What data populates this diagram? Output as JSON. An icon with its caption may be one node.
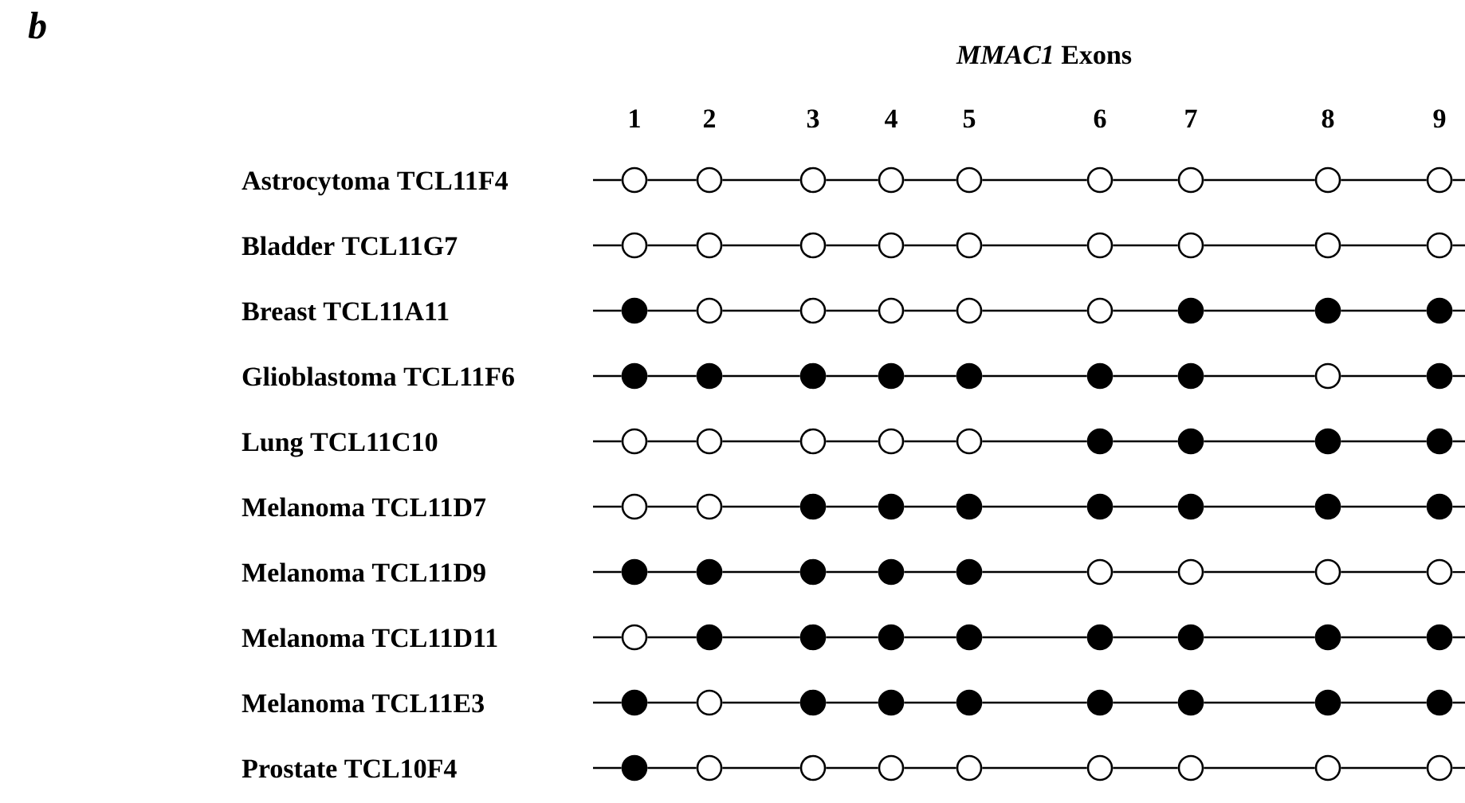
{
  "diagram": {
    "title": "*MMAC1* Exons",
    "labels": [
      "b",
      "1",
      "2",
      "3",
      "4",
      "5",
      "6",
      "7",
      "8",
      "9",
      "Astrocytoma TCL11F4",
      "Bladder TCL11G7",
      "Breast TCL11A11",
      "Glioblastoma TCL11F6",
      "Lung TCL11C10",
      "Melanoma TCL11D7",
      "Melanoma TCL11D9",
      "Melanoma TCL11D11",
      "Melanoma TCL11E3",
      "Prostate TCL10F4"
    ],
    "nodes": [
      {
        "text": [],
        "shape": "circle"
      },
      {
        "text": [],
        "shape": "circle"
      },
      {
        "text": [],
        "shape": "circle"
      },
      {
        "text": [],
        "shape": "circle"
      },
      {
        "text": [],
        "shape": "circle"
      },
      {
        "text": [],
        "shape": "circle"
      },
      {
        "text": [],
        "shape": "circle"
      },
      {
        "text": [],
        "shape": "circle"
      },
      {
        "text": [],
        "shape": "circle"
      },
      {
        "text": [],
        "shape": "circle"
      },
      {
        "text": [],
        "shape": "circle"
      },
      {
        "text": [],
        "shape": "circle"
      },
      {
        "text": [],
        "shape": "circle"
      },
      {
        "text": [],
        "shape": "circle"
      },
      {
        "text": [],
        "shape": "circle"
      },
      {
        "text": [],
        "shape": "circle"
      },
      {
        "text": [],
        "shape": "circle"
      },
      {
        "text": [],
        "shape": "circle"
      },
      {
        "text": [],
        "shape": "dot"
      },
      {
        "text": [],
        "shape": "circle"
      },
      {
        "text": [],
        "shape": "circle"
      },
      {
        "text": [],
        "shape": "circle"
      },
      {
        "text": [],
        "shape": "circle"
      },
      {
        "text": [],
        "shape": "circle"
      },
      {
        "text": [],
        "shape": "dot"
      },
      {
        "text": [],
        "shape": "dot"
      },
      {
        "text": [],
        "shape": "dot"
      },
      {
        "text": [],
        "shape": "dot"
      },
      {
        "text": [],
        "shape": "dot"
      },
      {
        "text": [],
        "shape": "dot"
      },
      {
        "text": [],
        "shape": "dot"
      },
      {
        "text": [],
        "shape": "dot"
      },
      {
        "text": [],
        "shape": "dot"
      },
      {
        "text": [],
        "shape": "dot"
      },
      {
        "text": [],
        "shape": "circle"
      },
      {
        "text": [],
        "shape": "dot"
      },
      {
        "text": [],
        "shape": "circle"
      },
      {
        "text": [],
        "shape": "circle"
      },
      {
        "text": [],
        "shape": "circle"
      },
      {
        "text": [],
        "shape": "circle"
      },
      {
        "text": [],
        "shape": "circle"
      },
      {
        "text": [],
        "shape": "dot"
      },
      {
        "text": [],
        "shape": "dot"
      },
      {
        "text": [],
        "shape": "dot"
      },
      {
        "text": [],
        "shape": "dot"
      },
      {
        "text": [],
        "shape": "circle"
      },
      {
        "text": [],
        "shape": "circle"
      },
      {
        "text": [],
        "shape": "dot"
      },
      {
        "text": [],
        "shape": "dot"
      },
      {
        "text": [],
        "shape": "dot"
      },
      {
        "text": [],
        "shape": "dot"
      },
      {
        "text": [],
        "shape": "dot"
      },
      {
        "text": [],
        "shape": "dot"
      },
      {
        "text": [],
        "shape": "dot"
      },
      {
        "text": [],
        "shape": "dot"
      },
      {
        "text": [],
        "shape": "dot"
      },
      {
        "text": [],
        "shape": "dot"
      },
      {
        "text": [],
        "shape": "dot"
      },
      {
        "text": [],
        "shape": "dot"
      },
      {
        "text": [],
        "shape": "circle"
      },
      {
        "text": [],
        "shape": "circle"
      },
      {
        "text": [],
        "shape": "circle"
      },
      {
        "text": [],
        "shape": "circle"
      },
      {
        "text": [],
        "shape": "circle"
      },
      {
        "text": [],
        "shape": "dot"
      },
      {
        "text": [],
        "shape": "dot"
      },
      {
        "text": [],
        "shape": "dot"
      },
      {
        "text": [],
        "shape": "dot"
      },
      {
        "text": [],
        "shape": "dot"
      },
      {
        "text": [],
        "shape": "dot"
      },
      {
        "text": [],
        "shape": "dot"
      },
      {
        "text": [],
        "shape": "dot"
      },
      {
        "text": [],
        "shape": "dot"
      },
      {
        "text": [],
        "shape": "circle"
      },
      {
        "text": [],
        "shape": "dot"
      },
      {
        "text": [],
        "shape": "dot"
      },
      {
        "text": [],
        "shape": "dot"
      },
      {
        "text": [],
        "shape": "dot"
      },
      {
        "text": [],
        "shape": "dot"
      },
      {
        "text": [],
        "shape": "dot"
      },
      {
        "text": [],
        "shape": "dot"
      },
      {
        "text": [],
        "shape": "dot"
      },
      {
        "text": [],
        "shape": "circle"
      },
      {
        "text": [],
        "shape": "circle"
      },
      {
        "text": [],
        "shape": "circle"
      },
      {
        "text": [],
        "shape": "circle"
      },
      {
        "text": [],
        "shape": "circle"
      },
      {
        "text": [],
        "shape": "circle"
      },
      {
        "text": [],
        "shape": "circle"
      },
      {
        "text": [],
        "shape": "circle"
      }
    ],
    "edges": [
      {
        "from": null,
        "to": 0,
        "arrow": "none"
      },
      {
        "from": 0,
        "to": 1,
        "arrow": "none"
      },
      {
        "from": 1,
        "to": 2,
        "arrow": "none"
      },
      {
        "from": 2,
        "to": 3,
        "arrow": "none"
      },
      {
        "from": 3,
        "to": 4,
        "arrow": "none"
      },
      {
        "from": 4,
        "to": 5,
        "arrow": "none"
      },
      {
        "from": 5,
        "to": 6,
        "arrow": "none"
      },
      {
        "from": 6,
        "to": 7,
        "arrow": "none"
      },
      {
        "from": 7,
        "to": 8,
        "arrow": "none"
      },
      {
        "from": 8,
        "to": null,
        "arrow": "none"
      },
      {
        "from": null,
        "to": 9,
        "arrow": "none"
      },
      {
        "from": 9,
        "to": 10,
        "arrow": "none"
      },
      {
        "from": 10,
        "to": 11,
        "arrow": "none"
      },
      {
        "from": 11,
        "to": 12,
        "arrow": "none"
      },
      {
        "from": 12,
        "to": 13,
        "arrow": "none"
      },
      {
        "from": 13,
        "to": 14,
        "arrow": "none"
      },
      {
        "from": 14,
        "to": 15,
        "arrow": "none"
      },
      {
        "from": 15,
        "to": 16,
        "arrow": "none"
      },
      {
        "from": 16,
        "to": 17,
        "arrow": "none"
      },
      {
        "from": 17,
        "to": null,
        "arrow": "none"
      },
      {
        "from": null,
        "to": 18,
        "arrow": "none"
      },
      {
        "from": 18,
        "to": 19,
        "arrow": "none"
      },
      {
        "from": 19,
        "to": 20,
        "arrow": "none"
      },
      {
        "from": 20,
        "to": 21,
        "arrow": "none"
      },
      {
        "from": 21,
        "to": 22,
        "arrow": "none"
      },
      {
        "from": 22,
        "to": 23,
        "arrow": "none"
      },
      {
        "from": 23,
        "to": 24,
        "arrow": "none"
      },
      {
        "from": 24,
        "to": 25,
        "arrow": "none"
      },
      {
        "from": 25,
        "to": 26,
        "arrow": "none"
      },
      {
        "from": 26,
        "to": null,
        "arrow": "none"
      },
      {
        "from": null,
        "to": 27,
        "arrow": "none"
      },
      {
        "from": 27,
        "to": 28,
        "arrow": "none"
      },
      {
        "from": 28,
        "to": 29,
        "arrow": "none"
      },
      {
        "from": 29,
        "to": 30,
        "arrow": "none"
      },
      {
        "from": 30,
        "to": 31,
        "arrow": "none"
      },
      {
        "from": 31,
        "to": 32,
        "arrow": "none"
      },
      {
        "from": 32,
        "to": 33,
        "arrow": "none"
      },
      {
        "from": 33,
        "to": 34,
        "arrow": "none"
      },
      {
        "from": 34,
        "to": 35,
        "arrow": "none"
      },
      {
        "from": 35,
        "to": null,
        "arrow": "none"
      },
      {
        "from": null,
        "to": 36,
        "arrow": "none"
      },
      {
        "from": 36,
        "to": 37,
        "arrow": "none"
      },
      {
        "from": 37,
        "to": 38,
        "arrow": "none"
      },
      {
        "from": 38,
        "to": 39,
        "arrow": "none"
      },
      {
        "from": 39,
        "to": 40,
        "arrow": "none"
      },
      {
        "from": 40,
        "to": 41,
        "arrow": "none"
      },
      {
        "from": 41,
        "to": 42,
        "arrow": "none"
      },
      {
        "from": 42,
        "to": 43,
        "arrow": "none"
      },
      {
        "from": 43,
        "to": 44,
        "arrow": "none"
      },
      {
        "from": 44,
        "to": null,
        "arrow": "none"
      },
      {
        "from": null,
        "to": 45,
        "arrow": "none"
      },
      {
        "from": 45,
        "to": 46,
        "arrow": "none"
      },
      {
        "from": 46,
        "to": 47,
        "arrow": "none"
      },
      {
        "from": 47,
        "to": 48,
        "arrow": "none"
      },
      {
        "from": 48,
        "to": 49,
        "arrow": "none"
      },
      {
        "from": 49,
        "to": 50,
        "arrow": "none"
      },
      {
        "from": 50,
        "to": 51,
        "arrow": "none"
      },
      {
        "from": 51,
        "to": 52,
        "arrow": "none"
      },
      {
        "from": 52,
        "to": 53,
        "arrow": "none"
      },
      {
        "from": 53,
        "to": null,
        "arrow": "none"
      },
      {
        "from": null,
        "to": 54,
        "arrow": "none"
      },
      {
        "from": 54,
        "to": 55,
        "arrow": "none"
      },
      {
        "from": 55,
        "to": 56,
        "arrow": "none"
      },
      {
        "from": 56,
        "to": 57,
        "arrow": "none"
      },
      {
        "from": 57,
        "to": 58,
        "arrow": "none"
      },
      {
        "from": 58,
        "to": 59,
        "arrow": "none"
      },
      {
        "from": 59,
        "to": 60,
        "arrow": "none"
      },
      {
        "from": 60,
        "to": 61,
        "arrow": "none"
      },
      {
        "from": 61,
        "to": 62,
        "arrow": "none"
      },
      {
        "from": 62,
        "to": null,
        "arrow": "none"
      },
      {
        "from": null,
        "to": 63,
        "arrow": "none"
      },
      {
        "from": 63,
        "to": 64,
        "arrow": "none"
      },
      {
        "from": 64,
        "to": 65,
        "arrow": "none"
      },
      {
        "from": 65,
        "to": 66,
        "arrow": "none"
      },
      {
        "from": 66,
        "to": 67,
        "arrow": "none"
      },
      {
        "from": 67,
        "to": 68,
        "arrow": "none"
      },
      {
        "from": 68,
        "to": 69,
        "arrow": "none"
      },
      {
        "from": 69,
        "to": 70,
        "arrow": "none"
      },
      {
        "from": 70,
        "to": 71,
        "arrow": "none"
      },
      {
        "from": 71,
        "to": null,
        "arrow": "none"
      },
      {
        "from": null,
        "to": 72,
        "arrow": "none"
      },
      {
        "from": 72,
        "to": 73,
        "arrow": "none"
      },
      {
        "from": 73,
        "to": 74,
        "arrow": "none"
      },
      {
        "from": 74,
        "to": 75,
        "arrow": "none"
      },
      {
        "from": 75,
        "to": 76,
        "arrow": "none"
      },
      {
        "from": 76,
        "to": 77,
        "arrow": "none"
      },
      {
        "from": 77,
        "to": 78,
        "arrow": "none"
      },
      {
        "from": 78,
        "to": 79,
        "arrow": "none"
      },
      {
        "from": 79,
        "to": 80,
        "arrow": "none"
      },
      {
        "from": 80,
        "to": null,
        "arrow": "none"
      },
      {
        "from": null,
        "to": 81,
        "arrow": "none"
      },
      {
        "from": 81,
        "to": 82,
        "arrow": "none"
      },
      {
        "from": 82,
        "to": 83,
        "arrow": "none"
      },
      {
        "from": 83,
        "to": 84,
        "arrow": "none"
      },
      {
        "from": 84,
        "to": 85,
        "arrow": "none"
      },
      {
        "from": 85,
        "to": 86,
        "arrow": "none"
      },
      {
        "from": 86,
        "to": 87,
        "arrow": "none"
      },
      {
        "from": 87,
        "to": 88,
        "arrow": "none"
      },
      {
        "from": 88,
        "to": 89,
        "arrow": "none"
      },
      {
        "from": 89,
        "to": null,
        "arrow": "none"
      }
    ]
  }
}
